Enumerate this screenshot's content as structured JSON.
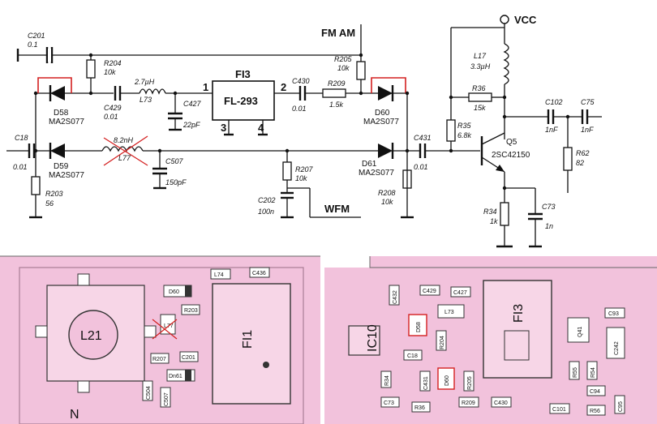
{
  "schematic": {
    "nets": {
      "fm_am": "FM AM",
      "wfm": "WFM",
      "vcc": "VCC"
    },
    "filter": {
      "ref": "FI3",
      "part": "FL-293",
      "pins": [
        "1",
        "2",
        "3",
        "4"
      ]
    },
    "transistor": {
      "ref": "Q5",
      "part": "2SC42150"
    },
    "diodes": [
      {
        "ref": "D58",
        "part": "MA2S077"
      },
      {
        "ref": "D59",
        "part": "MA2S077"
      },
      {
        "ref": "D60",
        "part": "MA2S077"
      },
      {
        "ref": "D61",
        "part": "MA2S077"
      }
    ],
    "capacitors": [
      {
        "ref": "C201",
        "value": "0.1"
      },
      {
        "ref": "C429",
        "value": "0.01"
      },
      {
        "ref": "C427",
        "value": "22pF"
      },
      {
        "ref": "C430",
        "value": "0.01"
      },
      {
        "ref": "C18",
        "value": "0.01"
      },
      {
        "ref": "C507",
        "value": "150pF"
      },
      {
        "ref": "C202",
        "value": "100n"
      },
      {
        "ref": "C431",
        "value": "0.01"
      },
      {
        "ref": "C102",
        "value": "1nF"
      },
      {
        "ref": "C75",
        "value": "1nF"
      },
      {
        "ref": "C73",
        "value": "1n"
      }
    ],
    "resistors": [
      {
        "ref": "R204",
        "value": "10k"
      },
      {
        "ref": "R205",
        "value": "10k"
      },
      {
        "ref": "R209",
        "value": "1.5k"
      },
      {
        "ref": "R203",
        "value": "56"
      },
      {
        "ref": "R207",
        "value": "10k"
      },
      {
        "ref": "R208",
        "value": "10k"
      },
      {
        "ref": "R35",
        "value": "6.8k"
      },
      {
        "ref": "R36",
        "value": "15k"
      },
      {
        "ref": "R62",
        "value": "82"
      },
      {
        "ref": "R34",
        "value": "1k"
      }
    ],
    "inductors": [
      {
        "ref": "L73",
        "value": "2.7µH"
      },
      {
        "ref": "L77",
        "value": "8.2nH"
      },
      {
        "ref": "L17",
        "value": "3.3µH"
      }
    ]
  },
  "pcb_left": {
    "labels": [
      "L74",
      "C436",
      "D60",
      "R203",
      "L77",
      "R207",
      "C201",
      "Dn61",
      "C504",
      "C507",
      "L21",
      "FI1",
      "N"
    ]
  },
  "pcb_right": {
    "labels": [
      "C432",
      "C429",
      "C427",
      "D58",
      "L73",
      "FI3",
      "C93",
      "IC10",
      "R204",
      "Q41",
      "C242",
      "C18",
      "D60",
      "R34",
      "C431",
      "R205",
      "R55",
      "R54",
      "C94",
      "C73",
      "R36",
      "R209",
      "C430",
      "C101",
      "R56",
      "C95"
    ]
  },
  "colors": {
    "pcb_pink": "#f2c2dc",
    "red_mark": "#d42020",
    "line": "#111111"
  }
}
